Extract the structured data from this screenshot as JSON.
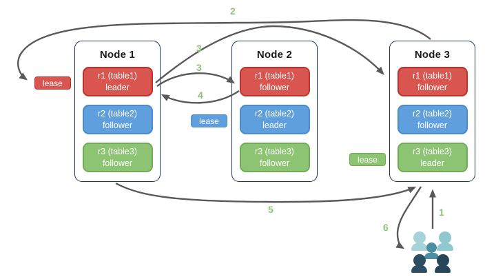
{
  "diagram": {
    "nodes": [
      {
        "title": "Node 1",
        "replicas": [
          {
            "label": "r1 (table1)",
            "role": "leader",
            "color": "red"
          },
          {
            "label": "r2 (table2)",
            "role": "follower",
            "color": "blue"
          },
          {
            "label": "r3 (table3)",
            "role": "follower",
            "color": "green"
          }
        ]
      },
      {
        "title": "Node 2",
        "replicas": [
          {
            "label": "r1 (table1)",
            "role": "follower",
            "color": "red"
          },
          {
            "label": "r2 (table2)",
            "role": "leader",
            "color": "blue"
          },
          {
            "label": "r3 (table3)",
            "role": "follower",
            "color": "green"
          }
        ]
      },
      {
        "title": "Node 3",
        "replicas": [
          {
            "label": "r1 (table1)",
            "role": "follower",
            "color": "red"
          },
          {
            "label": "r2 (table2)",
            "role": "follower",
            "color": "blue"
          },
          {
            "label": "r3 (table3)",
            "role": "leader",
            "color": "green"
          }
        ]
      }
    ],
    "leases": [
      {
        "label": "lease",
        "color": "red"
      },
      {
        "label": "lease",
        "color": "blue"
      },
      {
        "label": "lease",
        "color": "green"
      }
    ],
    "steps": [
      "1",
      "2",
      "3",
      "3",
      "4",
      "5",
      "6"
    ],
    "icons": {
      "users": "users-group-icon"
    },
    "colors": {
      "replica_red": "#D8564F",
      "replica_red_border": "#BF312C",
      "replica_blue": "#5F9FDE",
      "replica_blue_border": "#4C8BC9",
      "replica_green": "#8CC474",
      "replica_green_border": "#6FAC55",
      "node_border": "#24365C",
      "arrow": "#595959",
      "step_label": "#8CC475",
      "users_light_teal": "#A5D3D8",
      "users_medium_teal": "#4C8FA0",
      "users_dark_navy": "#2C4D62"
    }
  }
}
